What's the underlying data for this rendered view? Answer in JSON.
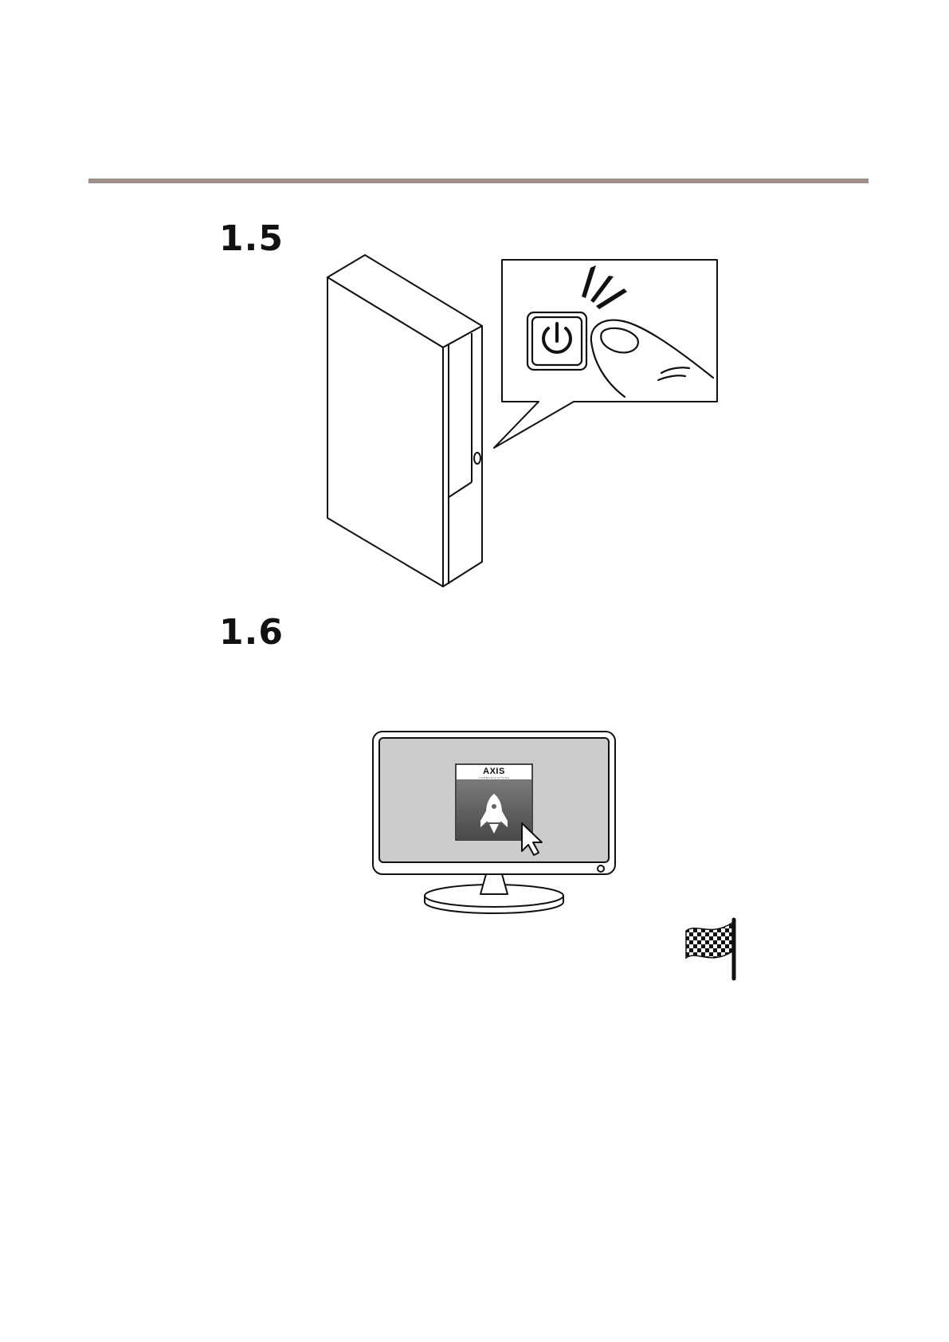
{
  "steps": [
    {
      "number": "1.5",
      "illustration": "press-power-button"
    },
    {
      "number": "1.6",
      "illustration": "open-axis-web-interface"
    }
  ],
  "logo": {
    "text": "AXIS",
    "subtext": "COMMUNICATIONS"
  },
  "icons": [
    "power-icon",
    "finger-icon",
    "rocket-icon",
    "mouse-cursor-icon",
    "checkered-flag-icon"
  ],
  "colors": {
    "rule": "#9c8f85",
    "screen": "#cccccc",
    "app_tile": "#666666"
  }
}
